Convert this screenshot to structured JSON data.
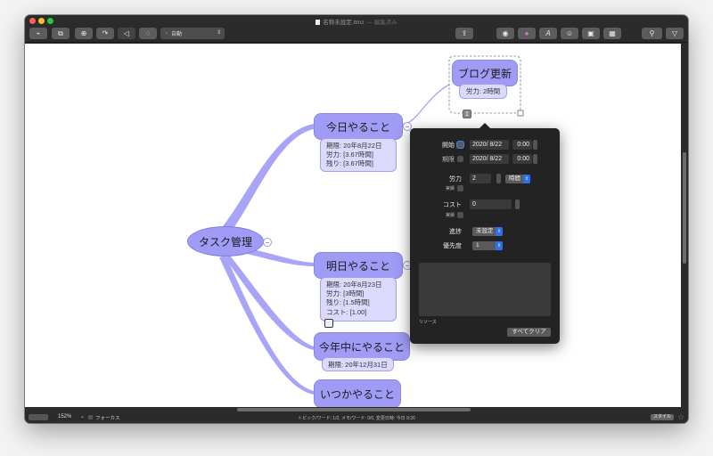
{
  "window": {
    "title": "名称未設定.itmz",
    "edited_suffix": "— 編集済み"
  },
  "toolbar": {
    "left_buttons": [
      {
        "name": "add-topic-icon",
        "glyph": "⌁"
      },
      {
        "name": "add-subtopic-icon",
        "glyph": "⧉"
      },
      {
        "name": "add-floating-icon",
        "glyph": "⊕"
      },
      {
        "name": "relationship-icon",
        "glyph": "↷"
      },
      {
        "name": "boundary-icon",
        "glyph": "◁"
      },
      {
        "name": "callout-icon",
        "glyph": "◌"
      }
    ],
    "layout_select": {
      "value": "自動",
      "bullet": "◦"
    },
    "right_buttons": [
      {
        "name": "share-icon",
        "glyph": "⇪"
      },
      {
        "name": "format-icon",
        "glyph": "◉"
      },
      {
        "name": "color-wheel-icon",
        "glyph": "●"
      },
      {
        "name": "font-icon",
        "glyph": "A"
      },
      {
        "name": "emoji-icon",
        "glyph": "☺"
      },
      {
        "name": "image-icon",
        "glyph": "▣"
      },
      {
        "name": "task-table-icon",
        "glyph": "▦"
      },
      {
        "name": "search-icon",
        "glyph": "⚲"
      },
      {
        "name": "filter-icon",
        "glyph": "▽"
      }
    ]
  },
  "map": {
    "root": {
      "label": "タスク管理"
    },
    "topics": [
      {
        "label": "今日やること",
        "notes": [
          "期限: 20年8月22日",
          "労力: [3.67時間]",
          "残り: [3.67時間]"
        ]
      },
      {
        "label": "明日やること",
        "notes": [
          "期限: 20年8月23日",
          "労力: [3時間]",
          "残り: [1.5時間]",
          "コスト: [1.00]"
        ]
      },
      {
        "label": "今年中にやること",
        "notes": [
          "期限: 20年12月31日"
        ]
      },
      {
        "label": "いつかやること",
        "notes": []
      }
    ],
    "selected_topic": {
      "label": "ブログ更新",
      "notes": [
        "労力: 2時間"
      ],
      "badge": "1"
    }
  },
  "popover": {
    "start_label": "開始",
    "start_date": "2020/  8/22",
    "start_time": "0:00",
    "due_label": "期限",
    "due_date": "2020/  8/22",
    "due_time": "0:00",
    "effort_label": "労力",
    "effort_value": "2",
    "effort_unit": "時間",
    "effort_actual_label": "実績",
    "cost_label": "コスト",
    "cost_value": "0",
    "cost_actual_label": "実績",
    "progress_label": "進捗",
    "progress_value": "未設定",
    "priority_label": "優先度",
    "priority_value": "1",
    "resource_label": "リソース",
    "clear_all_label": "すべてクリア"
  },
  "statusbar": {
    "zoom": "152%",
    "focus_label": "フォーカス",
    "info": "トピック/ワード: 1/2, メモ/ワード: 0/0, 変更日時: 今日 9:20",
    "style_label": "スタイル"
  },
  "colors": {
    "topic_fill": "#a09cf6",
    "note_fill": "#dcdafc",
    "branch": "#a8a4f8",
    "popover_bg": "#232323",
    "accent_blue": "#2c6ff0"
  }
}
